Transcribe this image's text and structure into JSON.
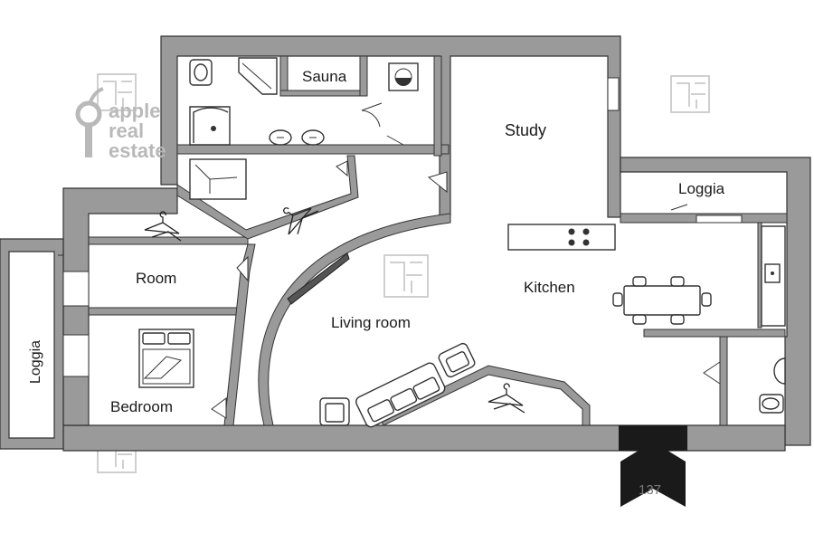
{
  "logo": {
    "lines": [
      "apple",
      "real",
      "estate"
    ]
  },
  "rooms": {
    "sauna": "Sauna",
    "study": "Study",
    "loggia_right": "Loggia",
    "room": "Room",
    "kitchen": "Kitchen",
    "living_room": "Living room",
    "bedroom": "Bedroom",
    "loggia_left": "Loggia"
  },
  "watermark": {
    "code": "137"
  },
  "colors": {
    "wall": "#9a9a9a",
    "wall_outline": "#333333",
    "floor": "#ffffff",
    "logo": "#b9b9b9",
    "arrow": "#1a1a1a"
  },
  "icons": [
    "toilet-icon",
    "shower-icon",
    "sink-icon",
    "washing-machine-icon",
    "hanger-icon",
    "stove-icon",
    "dining-table-icon",
    "sofa-icon",
    "armchair-icon",
    "bed-icon",
    "entrance-arrow-icon"
  ]
}
